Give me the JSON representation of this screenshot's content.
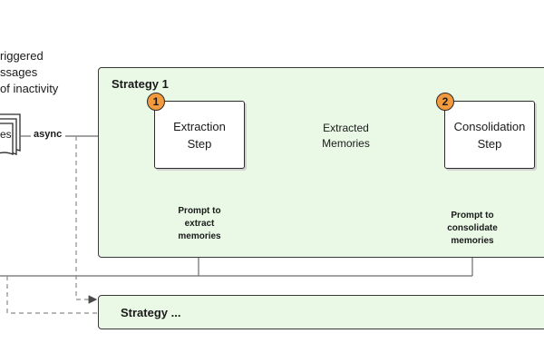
{
  "trigger": {
    "line1": "riggered",
    "line2": "ssages",
    "line3": "of inactivity"
  },
  "messages_doc_label": "es",
  "async_label": "async",
  "strategy1": {
    "title": "Strategy 1",
    "extraction": {
      "badge": "1",
      "line1": "Extraction",
      "line2": "Step"
    },
    "memories": {
      "line1": "Extracted",
      "line2": "Memories"
    },
    "consolidation": {
      "badge": "2",
      "line1": "Consolidation",
      "line2": "Step"
    },
    "prompt_extract": {
      "line1": "Prompt to",
      "line2": "extract",
      "line3": "memories"
    },
    "prompt_consolidate": {
      "line1": "Prompt to",
      "line2": "consolidate",
      "line3": "memories"
    }
  },
  "strategy_more": {
    "title": "Strategy ..."
  },
  "colors": {
    "panel_fill": "#e9f9e6",
    "badge_fill": "#f39a3c",
    "line": "#6b6b6b"
  }
}
